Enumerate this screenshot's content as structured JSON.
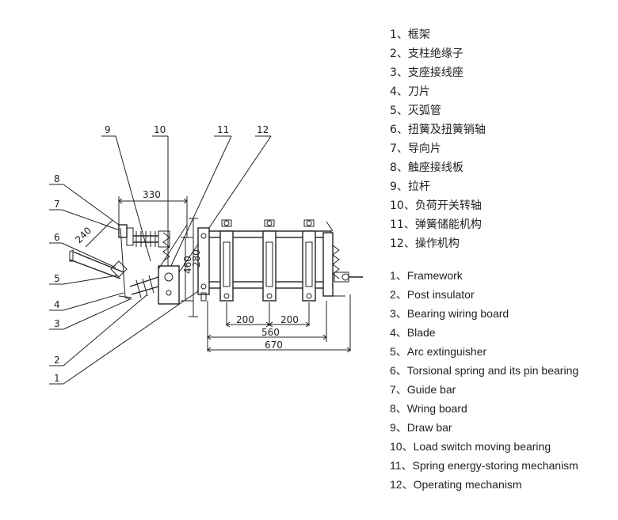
{
  "drawing": {
    "callouts": [
      "1",
      "2",
      "3",
      "4",
      "5",
      "6",
      "7",
      "8",
      "9",
      "10",
      "11",
      "12"
    ],
    "dimensions": {
      "d330": "330",
      "d240": "240",
      "d460": "460",
      "d280": "280",
      "d200a": "200",
      "d200b": "200",
      "d560": "560",
      "d670": "670"
    }
  },
  "legend_zh": [
    "1、框架",
    "2、支柱绝缘子",
    "3、支座接线座",
    "4、刀片",
    "5、灭弧管",
    "6、扭簧及扭簧销轴",
    "7、导向片",
    "8、触座接线板",
    "9、拉杆",
    "10、负荷开关转轴",
    "11、弹簧储能机构",
    "12、操作机构"
  ],
  "legend_en": [
    "1、Framework",
    "2、Post insulator",
    "3、Bearing wiring board",
    "4、Blade",
    "5、Arc extinguisher",
    "6、Torsional spring and its pin bearing",
    "7、Guide bar",
    "8、Wring board",
    "9、Draw bar",
    "10、Load switch moving bearing",
    "11、Spring energy-storing mechanism",
    "12、Operating mechanism"
  ]
}
